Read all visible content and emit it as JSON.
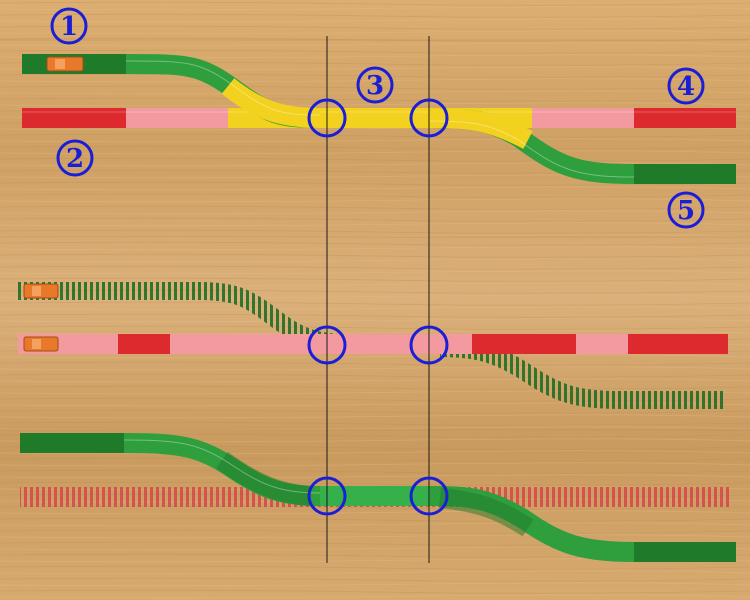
{
  "callouts": [
    {
      "id": "1",
      "label": "1"
    },
    {
      "id": "2",
      "label": "2"
    },
    {
      "id": "3",
      "label": "3"
    },
    {
      "id": "4",
      "label": "4"
    },
    {
      "id": "5",
      "label": "5"
    }
  ],
  "colors": {
    "callout": "#1a1fd6",
    "green": "#2f9e3c",
    "green_dark": "#1f7a2a",
    "green_light": "#5fc46a",
    "red": "#dd2a2f",
    "red_dark": "#b81d24",
    "pink": "#f29aa0",
    "yellow": "#f2d21f",
    "yellow_light": "#f9e66a",
    "loco": "#e8782a",
    "divider": "#1a1a1a",
    "wood_base": "#d9ab6f"
  },
  "icons": {
    "locomotive": "locomotive-icon",
    "junction_marker": "circle-marker-icon"
  }
}
